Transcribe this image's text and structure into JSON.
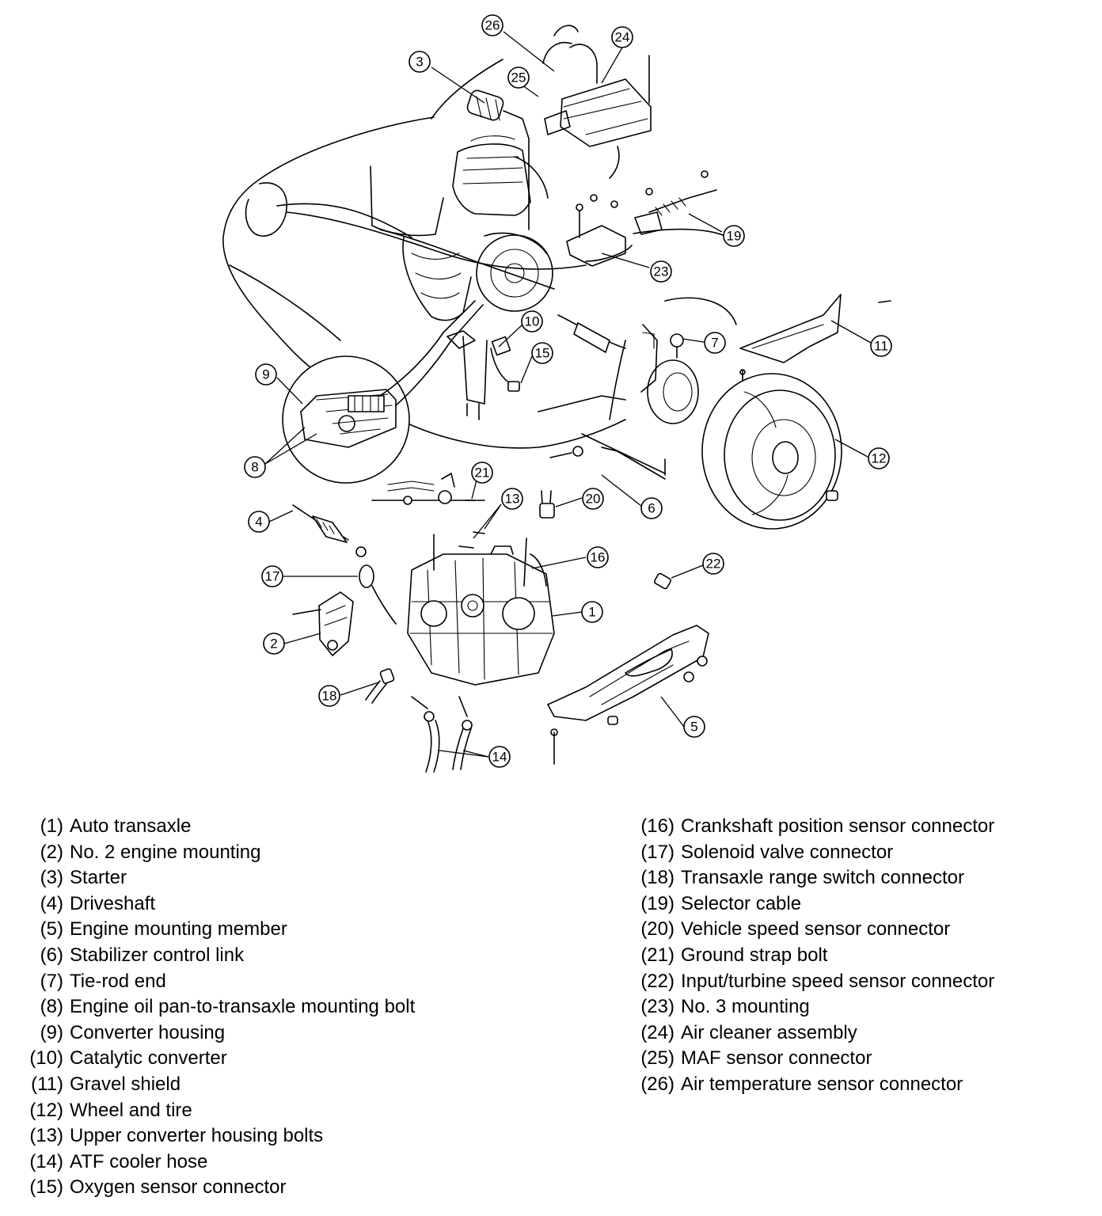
{
  "callouts": [
    {
      "id": "1",
      "label": "1"
    },
    {
      "id": "2",
      "label": "2"
    },
    {
      "id": "3",
      "label": "3"
    },
    {
      "id": "4",
      "label": "4"
    },
    {
      "id": "5",
      "label": "5"
    },
    {
      "id": "6",
      "label": "6"
    },
    {
      "id": "7",
      "label": "7"
    },
    {
      "id": "8",
      "label": "8"
    },
    {
      "id": "9",
      "label": "9"
    },
    {
      "id": "10",
      "label": "10"
    },
    {
      "id": "11",
      "label": "11"
    },
    {
      "id": "12",
      "label": "12"
    },
    {
      "id": "13",
      "label": "13"
    },
    {
      "id": "14",
      "label": "14"
    },
    {
      "id": "15",
      "label": "15"
    },
    {
      "id": "16",
      "label": "16"
    },
    {
      "id": "17",
      "label": "17"
    },
    {
      "id": "18",
      "label": "18"
    },
    {
      "id": "19",
      "label": "19"
    },
    {
      "id": "20",
      "label": "20"
    },
    {
      "id": "21",
      "label": "21"
    },
    {
      "id": "22",
      "label": "22"
    },
    {
      "id": "23",
      "label": "23"
    },
    {
      "id": "24",
      "label": "24"
    },
    {
      "id": "25",
      "label": "25"
    },
    {
      "id": "26",
      "label": "26"
    }
  ],
  "legend": {
    "left": [
      {
        "num": "(1)",
        "text": "Auto transaxle"
      },
      {
        "num": "(2)",
        "text": "No. 2 engine mounting"
      },
      {
        "num": "(3)",
        "text": "Starter"
      },
      {
        "num": "(4)",
        "text": "Driveshaft"
      },
      {
        "num": "(5)",
        "text": "Engine mounting member"
      },
      {
        "num": "(6)",
        "text": "Stabilizer control link"
      },
      {
        "num": "(7)",
        "text": "Tie-rod end"
      },
      {
        "num": "(8)",
        "text": "Engine oil pan-to-transaxle mounting bolt"
      },
      {
        "num": "(9)",
        "text": "Converter housing"
      },
      {
        "num": "(10)",
        "text": "Catalytic converter"
      },
      {
        "num": "(11)",
        "text": "Gravel shield"
      },
      {
        "num": "(12)",
        "text": "Wheel and tire"
      },
      {
        "num": "(13)",
        "text": "Upper converter housing bolts"
      },
      {
        "num": "(14)",
        "text": "ATF cooler hose"
      },
      {
        "num": "(15)",
        "text": "Oxygen sensor connector"
      }
    ],
    "right": [
      {
        "num": "(16)",
        "text": "Crankshaft position sensor connector"
      },
      {
        "num": "(17)",
        "text": "Solenoid valve connector"
      },
      {
        "num": "(18)",
        "text": "Transaxle range switch connector"
      },
      {
        "num": "(19)",
        "text": "Selector cable"
      },
      {
        "num": "(20)",
        "text": "Vehicle speed sensor connector"
      },
      {
        "num": "(21)",
        "text": "Ground strap bolt"
      },
      {
        "num": "(22)",
        "text": "Input/turbine speed sensor connector"
      },
      {
        "num": "(23)",
        "text": "No. 3 mounting"
      },
      {
        "num": "(24)",
        "text": "Air cleaner assembly"
      },
      {
        "num": "(25)",
        "text": "MAF sensor connector"
      },
      {
        "num": "(26)",
        "text": "Air temperature sensor connector"
      }
    ]
  }
}
